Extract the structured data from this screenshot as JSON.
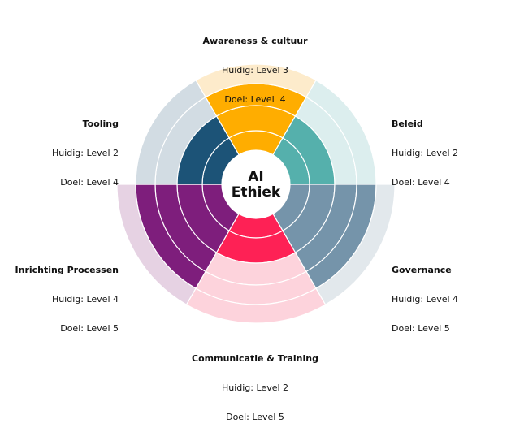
{
  "center": {
    "line1": "AI",
    "line2": "Ethiek"
  },
  "segments": [
    {
      "id": "awareness",
      "title": "Awareness & cultuur",
      "current_text": "Huidig: Level 3",
      "target_text": "Doel: Level  4",
      "current": 3,
      "target": 4,
      "color": "#FFAD00",
      "light": "#FDEBCB"
    },
    {
      "id": "beleid",
      "title": "Beleid",
      "current_text": "Huidig: Level 2",
      "target_text": "Doel: Level 4",
      "current": 2,
      "target": 4,
      "color": "#55B0AC",
      "light": "#DCEEEE"
    },
    {
      "id": "governance",
      "title": "Governance",
      "current_text": "Huidig: Level 4",
      "target_text": "Doel: Level 5",
      "current": 4,
      "target": 5,
      "color": "#7594AA",
      "light": "#E2E8EC"
    },
    {
      "id": "communicatie",
      "title": "Communicatie & Training",
      "current_text": "Huidig: Level 2",
      "target_text": "Doel: Level 5",
      "current": 2,
      "target": 5,
      "color": "#FE2155",
      "light": "#FDD3DC"
    },
    {
      "id": "inrichting",
      "title": "Inrichting Processen",
      "current_text": "Huidig: Level 4",
      "target_text": "Doel: Level 5",
      "current": 4,
      "target": 5,
      "color": "#7E1E7C",
      "light": "#E6D2E3"
    },
    {
      "id": "tooling",
      "title": "Tooling",
      "current_text": "Huidig: Level 2",
      "target_text": "Doel: Level 4",
      "current": 2,
      "target": 4,
      "color": "#1C5377",
      "light": "#D2DCE3"
    }
  ]
}
